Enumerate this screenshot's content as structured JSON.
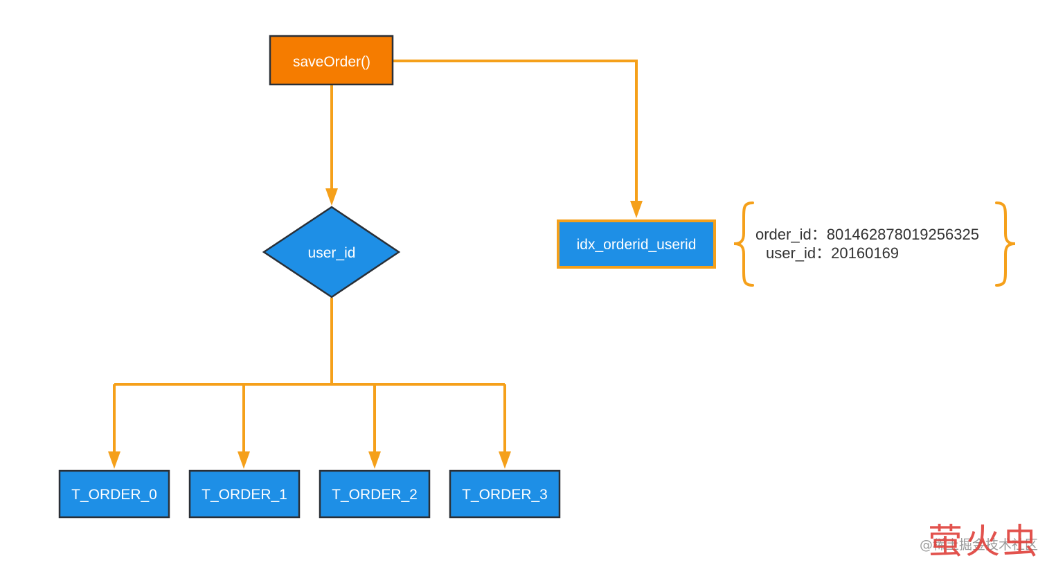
{
  "nodes": {
    "save_order": "saveOrder()",
    "user_id": "user_id",
    "index": "idx_orderid_userid",
    "tables": [
      "T_ORDER_0",
      "T_ORDER_1",
      "T_ORDER_2",
      "T_ORDER_3"
    ]
  },
  "note": {
    "line1": "order_id：801462878019256325",
    "line2": "user_id：20160169"
  },
  "watermark": {
    "handle": "@稀土掘金技术社区",
    "stamp": "萤火虫"
  },
  "colors": {
    "connector": "#f5a01a",
    "start_fill": "#f57c00",
    "node_fill": "#1e8fe6",
    "node_stroke": "#2a2f36",
    "index_stroke": "#f5a01a",
    "brace": "#f5a01a",
    "watermark_red": "#e0443e"
  }
}
